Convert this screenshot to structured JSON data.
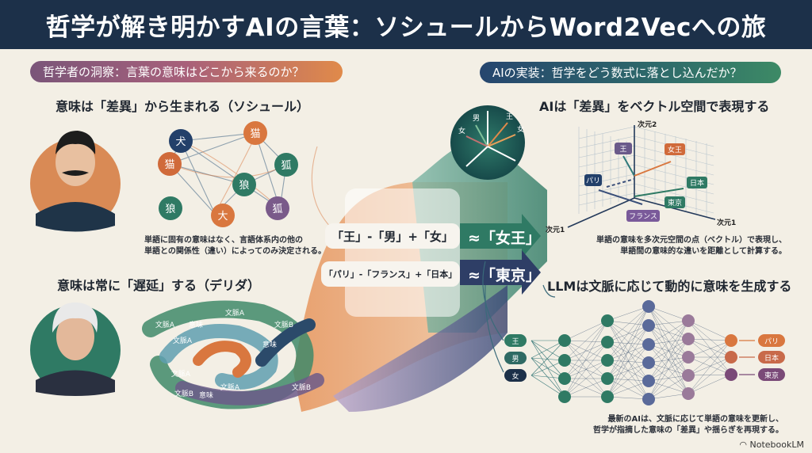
{
  "title": "哲学が解き明かすAIの言葉：ソシュールからWord2Vecへの旅",
  "left": {
    "section": "哲学者の洞察：言葉の意味はどこから来るのか？",
    "saussure": {
      "heading": "意味は「差異」から生まれる（ソシュール）",
      "nodes": [
        "犬",
        "猫",
        "猫",
        "狐",
        "狼",
        "狼",
        "大",
        "狐"
      ],
      "caption_1": "単語に固有の意味はなく、言語体系内の他の",
      "caption_2": "単語との関係性（違い）によってのみ決定される。"
    },
    "derrida": {
      "heading": "意味は常に「遅延」する（デリダ）",
      "swirl_labels": [
        "文脈A",
        "意味",
        "文脈A",
        "文脈B",
        "文脈A",
        "文脈A",
        "文脈B",
        "文脈A",
        "意味",
        "文脈B",
        "意味"
      ]
    }
  },
  "center": {
    "eq1": {
      "left": "「王」-「男」+「女」",
      "right": "≈「女王」"
    },
    "eq2": {
      "left": "「パリ」-「フランス」+「日本」",
      "right": "≈「東京」"
    },
    "circle_labels": [
      "男",
      "王",
      "女",
      "女"
    ]
  },
  "right": {
    "section": "AIの実装：哲学をどう数式に落とし込んだか？",
    "vector": {
      "heading": "AIは「差異」をベクトル空間で表現する",
      "axes": [
        "次元2",
        "次元1",
        "次元1"
      ],
      "labels": [
        "王",
        "女王",
        "パリ",
        "日本",
        "東京",
        "フランス"
      ],
      "caption_1": "単語の意味を多次元空間の点（ベクトル）で表現し、",
      "caption_2": "単語間の意味的な違いを距離として計算する。"
    },
    "llm": {
      "heading": "LLMは文脈に応じて動的に意味を生成する",
      "inputs": [
        "王",
        "男",
        "女"
      ],
      "outputs": [
        "パリ",
        "日本",
        "東京"
      ],
      "caption_1": "最新のAIは、文脈に応じて単語の意味を更新し、",
      "caption_2": "哲学が指摘した意味の「差異」や揺らぎを再現する。"
    }
  },
  "brand": "NotebookLM",
  "colors": {
    "navy": "#1c3049",
    "green": "#2f7a64",
    "orange": "#d9773f",
    "purple": "#7a5a8a",
    "bg": "#f3efe5"
  }
}
